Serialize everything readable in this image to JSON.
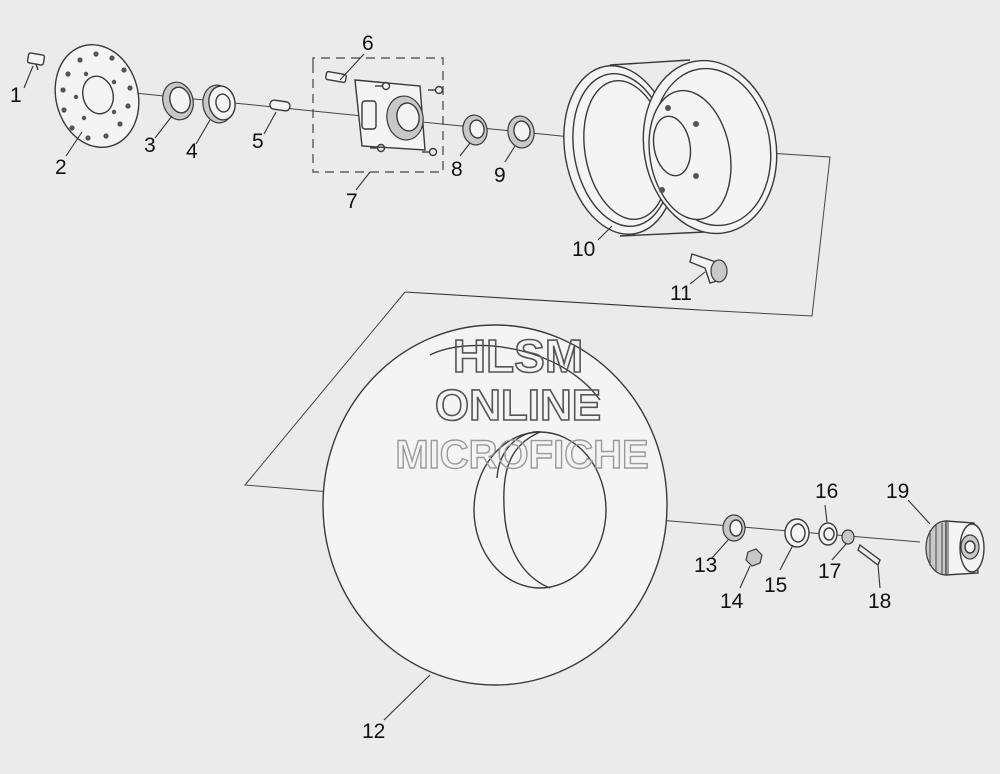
{
  "diagram": {
    "callouts": [
      "1",
      "2",
      "3",
      "4",
      "5",
      "6",
      "7",
      "8",
      "9",
      "10",
      "11",
      "12",
      "13",
      "14",
      "15",
      "16",
      "17",
      "18",
      "19"
    ]
  },
  "watermark": {
    "line1": "HLSM",
    "line2": "ONLINE",
    "line3": "MICROFICHE"
  }
}
